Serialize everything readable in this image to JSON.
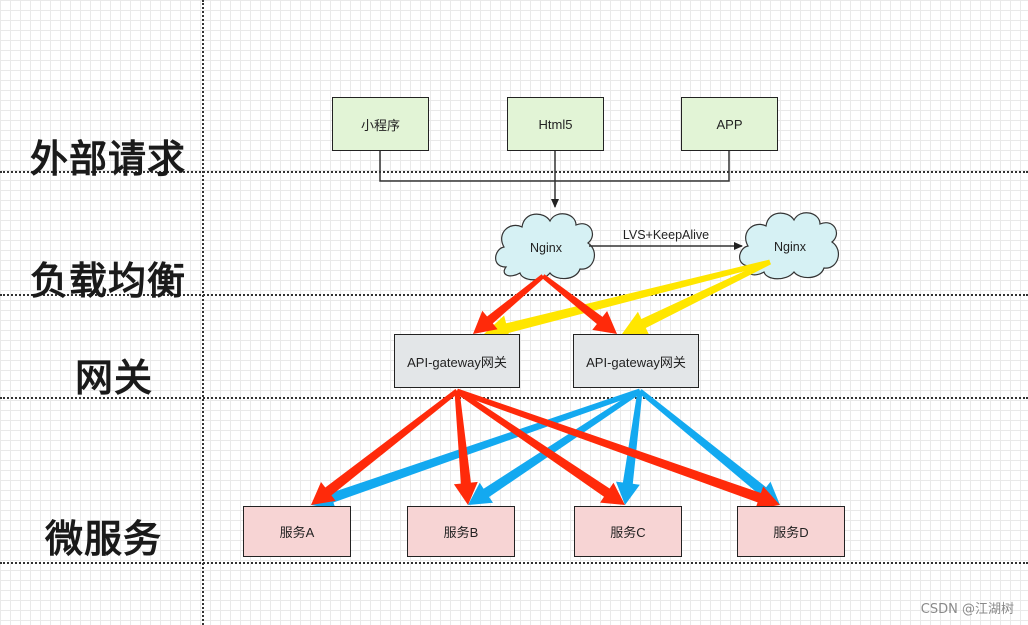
{
  "layers": {
    "external": "外部请求",
    "load_balancing": "负载均衡",
    "gateway": "网关",
    "microservices": "微服务"
  },
  "clients": [
    "小程序",
    "Html5",
    "APP"
  ],
  "nginx": {
    "primary": "Nginx",
    "backup": "Nginx",
    "link_label": "LVS+KeepAlive"
  },
  "gateways": [
    "API-gateway网关",
    "API-gateway网关"
  ],
  "services": [
    "服务A",
    "服务B",
    "服务C",
    "服务D"
  ],
  "watermark": "CSDN @江湖树",
  "colors": {
    "client_fill": "#e2f4d6",
    "cloud_fill": "#d6f1f4",
    "gateway_fill": "#e3e6e8",
    "service_fill": "#f7d4d4",
    "route_primary": "#ff2a0a",
    "route_backup": "#ffe600",
    "route_gateway2": "#13a9f0"
  }
}
